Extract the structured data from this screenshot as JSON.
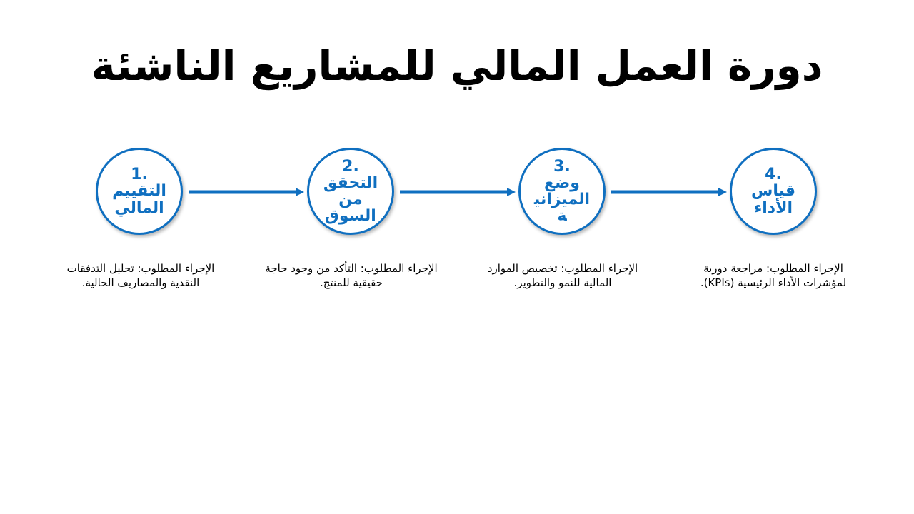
{
  "title": "دورة العمل المالي للمشاريع الناشئة",
  "colors": {
    "accent": "#0f6fc0",
    "text": "#000000",
    "background": "#ffffff"
  },
  "steps": [
    {
      "number": "1.",
      "label": "التقييم المالي",
      "description": "الإجراء المطلوب: تحليل التدفقات النقدية والمصاريف الحالية."
    },
    {
      "number": "2.",
      "label": "التحقق من السوق",
      "description": "الإجراء المطلوب: التأكد من وجود حاجة حقيقية للمنتج."
    },
    {
      "number": "3.",
      "label": "وضع الميزانية",
      "description": "الإجراء المطلوب: تخصيص الموارد المالية للنمو والتطوير."
    },
    {
      "number": "4.",
      "label": "قياس الأداء",
      "description": "الإجراء المطلوب: مراجعة دورية لمؤشرات الأداء الرئيسية (KPIs)."
    }
  ]
}
